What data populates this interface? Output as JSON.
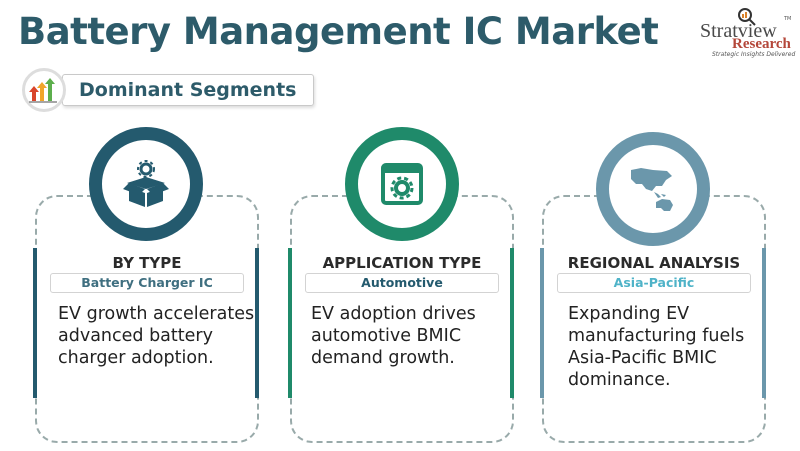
{
  "title": "Battery Management IC Market",
  "logo": {
    "name": "Stratview",
    "sub": "Research",
    "tagline": "Strategic Insights Delivered",
    "tm": "TM"
  },
  "section_label": "Dominant Segments",
  "colors": {
    "title": "#2d5b6a",
    "type": "#245a6e",
    "application": "#1f8a6a",
    "region": "#6b97ab"
  },
  "cards": [
    {
      "icon": "box-gear-icon",
      "heading": "BY TYPE",
      "value": "Battery Charger IC",
      "description": "EV growth accelerates advanced battery charger adoption."
    },
    {
      "icon": "browser-gear-icon",
      "heading": "APPLICATION TYPE",
      "value": "Automotive",
      "description": "EV adoption drives automotive BMIC demand growth."
    },
    {
      "icon": "asia-pacific-map-icon",
      "heading": "REGIONAL ANALYSIS",
      "value": "Asia-Pacific",
      "description": "Expanding EV manufacturing fuels Asia-Pacific BMIC dominance."
    }
  ]
}
